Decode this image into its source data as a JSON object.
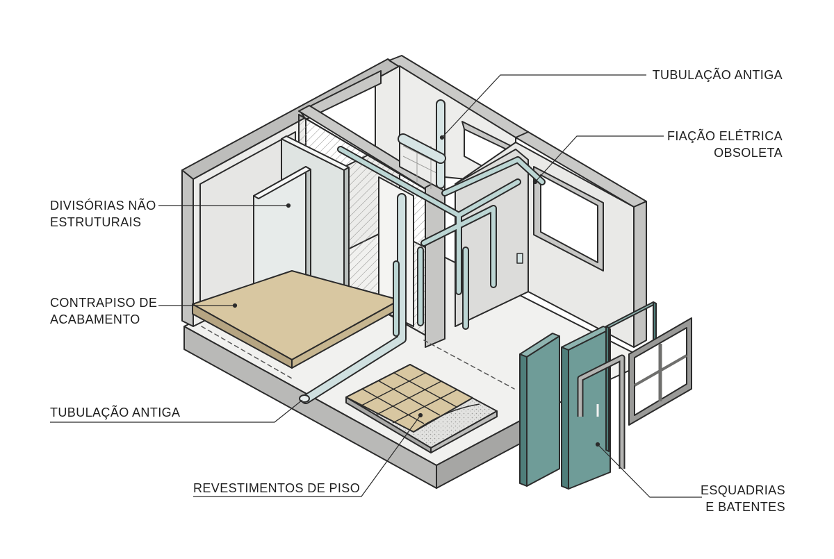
{
  "labels": {
    "tubulacao_top": "TUBULAÇÃO ANTIGA",
    "fiacao": [
      "FIAÇÃO ELÉTRICA",
      "OBSOLETA"
    ],
    "divisorias": [
      "DIVISÓRIAS NÃO",
      "ESTRUTURAIS"
    ],
    "contrapiso": [
      "CONTRAPISO DE",
      "ACABAMENTO"
    ],
    "tubulacao_bottom": "TUBULAÇÃO ANTIGA",
    "revestimentos": "REVESTIMENTOS DE PISO",
    "esquadrias": [
      "ESQUADRIAS",
      "E BATENTES"
    ]
  },
  "colors": {
    "concrete": "#c9c9c7",
    "concrete_dark": "#a9a9a7",
    "wall_inner": "#eeeeec",
    "floor": "#f1f1ef",
    "subfloor": "#d8c7a1",
    "pipe": "#cfe0e0",
    "door": "#6f9c98",
    "line": "#2b2b2b"
  }
}
